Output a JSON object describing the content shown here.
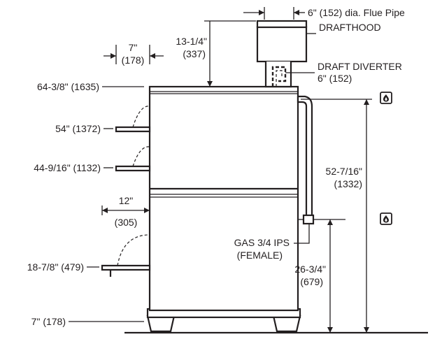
{
  "labels": {
    "flue_pipe": "6\" (152) dia. Flue Pipe",
    "drafthood": "DRAFTHOOD",
    "draft_diverter": "DRAFT DIVERTER",
    "draft_diverter_size": "6\" (152)",
    "width_7_in": "7\"",
    "width_7_mm": "(178)",
    "flue_height_in": "13-1/4\"",
    "flue_height_mm": "(337)",
    "overall_height": "64-3/8\" (1635)",
    "door_54": "54\" (1372)",
    "door_44": "44-9/16\" (1132)",
    "door_12_in": "12\"",
    "door_12_mm": "(305)",
    "door_18": "18-7/8\" (479)",
    "leg_height": "7\" (178)",
    "gas_line1": "GAS 3/4 IPS",
    "gas_line2": "(FEMALE)",
    "height_52_in": "52-7/16\"",
    "height_52_mm": "(1332)",
    "height_26_in": "26-3/4\"",
    "height_26_mm": "(679)"
  },
  "icons": [
    "gas-flame-icon",
    "gas-flame-icon"
  ]
}
